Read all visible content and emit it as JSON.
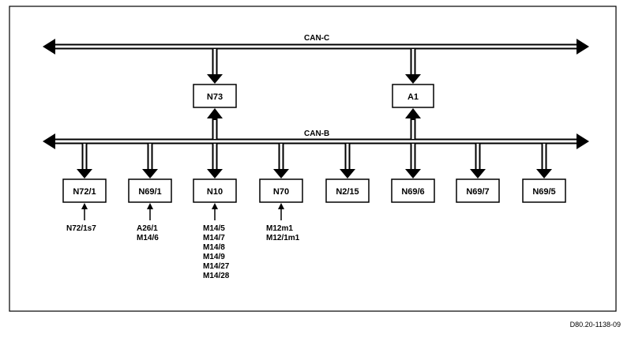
{
  "buses": {
    "can_c": "CAN-C",
    "can_b": "CAN-B"
  },
  "gateways": {
    "n73": "N73",
    "a1": "A1"
  },
  "modules": [
    {
      "label": "N72/1",
      "signals": [
        "N72/1s7"
      ]
    },
    {
      "label": "N69/1",
      "signals": [
        "A26/1",
        "M14/6"
      ]
    },
    {
      "label": "N10",
      "signals": [
        "M14/5",
        "M14/7",
        "M14/8",
        "M14/9",
        "M14/27",
        "M14/28"
      ]
    },
    {
      "label": "N70",
      "signals": [
        "M12m1",
        "M12/1m1"
      ]
    },
    {
      "label": "N2/15",
      "signals": []
    },
    {
      "label": "N69/6",
      "signals": []
    },
    {
      "label": "N69/7",
      "signals": []
    },
    {
      "label": "N69/5",
      "signals": []
    }
  ],
  "doc_id": "D80.20-1138-09"
}
